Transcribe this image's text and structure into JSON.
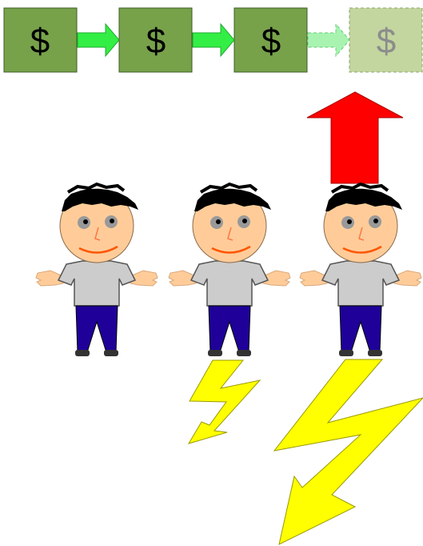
{
  "diagram": {
    "money_boxes": [
      {
        "symbol": "$",
        "state": "solid"
      },
      {
        "symbol": "$",
        "state": "solid"
      },
      {
        "symbol": "$",
        "state": "solid"
      },
      {
        "symbol": "$",
        "state": "faded"
      }
    ],
    "flow_arrows": [
      {
        "state": "solid"
      },
      {
        "state": "solid"
      },
      {
        "state": "faded"
      }
    ],
    "people_count": 3,
    "colors": {
      "box_fill": "#77a24a",
      "box_border": "#3b5e26",
      "box_faded_fill": "#c3d69f",
      "arrow_green": "#33ee44",
      "arrow_faded": "#a8f3b0",
      "up_arrow": "#ff0000",
      "lightning": "#ffff00",
      "skin": "#ffcc99",
      "shirt": "#cccccc",
      "pants": "#1f0099",
      "hair": "#000000",
      "mouth": "#ff5500"
    },
    "icons": [
      "dollar-box",
      "right-arrow",
      "up-arrow-icon",
      "person-icon",
      "lightning-icon"
    ]
  }
}
